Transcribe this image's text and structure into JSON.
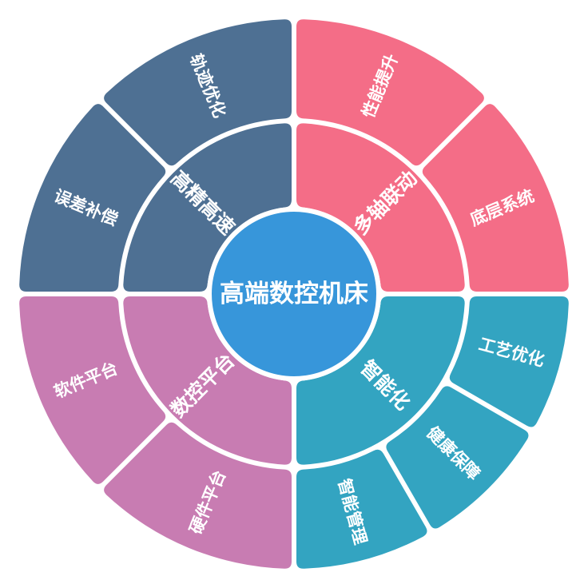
{
  "center": {
    "label": "高端数控机床",
    "color": "#3796DA"
  },
  "categories": [
    {
      "label": "多轴联动",
      "color": "#F46D87",
      "children": [
        {
          "label": "性能提升"
        },
        {
          "label": "底层系统"
        }
      ]
    },
    {
      "label": "智能化",
      "color": "#33A4C1",
      "children": [
        {
          "label": "工艺优化"
        },
        {
          "label": "健康保障"
        },
        {
          "label": "智能管理"
        }
      ]
    },
    {
      "label": "数控平台",
      "color": "#C87CB2",
      "children": [
        {
          "label": "硬件平台"
        },
        {
          "label": "软件平台"
        }
      ]
    },
    {
      "label": "高精高速",
      "color": "#4E7093",
      "children": [
        {
          "label": "误差补偿"
        },
        {
          "label": "轨迹优化"
        }
      ]
    }
  ]
}
